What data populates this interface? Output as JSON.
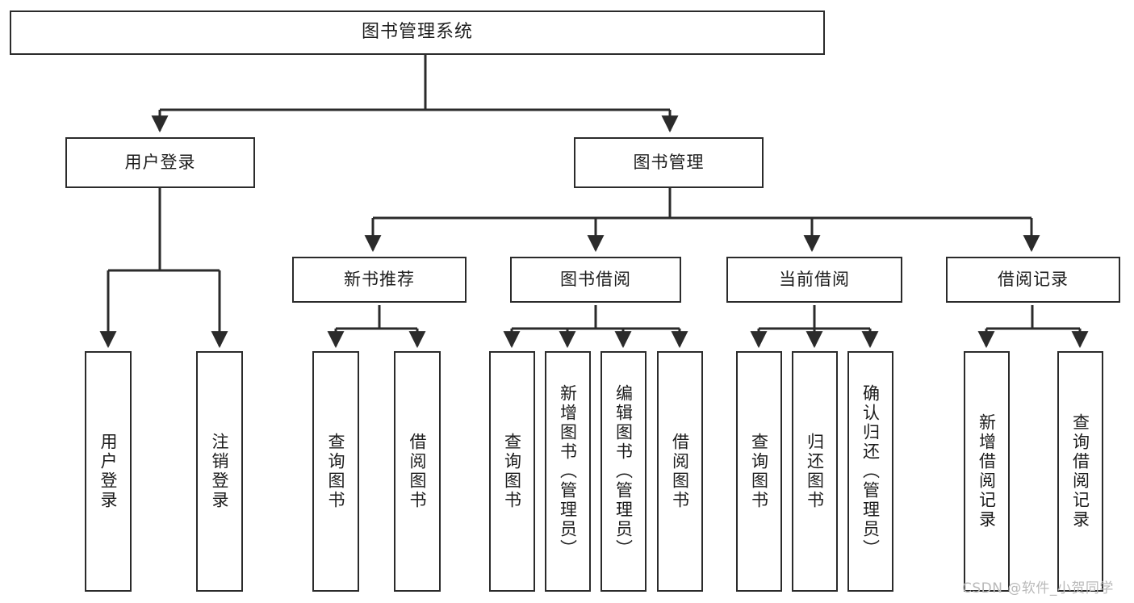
{
  "diagram": {
    "title": "图书管理系统",
    "type": "tree-hierarchy-diagram",
    "root": {
      "label": "图书管理系统"
    },
    "level2": [
      {
        "label": "用户登录"
      },
      {
        "label": "图书管理"
      }
    ],
    "level3": [
      {
        "label": "新书推荐"
      },
      {
        "label": "图书借阅"
      },
      {
        "label": "当前借阅"
      },
      {
        "label": "借阅记录"
      }
    ],
    "leaves": {
      "user_login": [
        {
          "label": "用户登录"
        },
        {
          "label": "注销登录"
        }
      ],
      "new_book_recommend": [
        {
          "label": "查询图书"
        },
        {
          "label": "借阅图书"
        }
      ],
      "book_borrow": [
        {
          "label": "查询图书"
        },
        {
          "label": "新增图书（管理员）"
        },
        {
          "label": "编辑图书（管理员）"
        },
        {
          "label": "借阅图书"
        }
      ],
      "current_borrow": [
        {
          "label": "查询图书"
        },
        {
          "label": "归还图书"
        },
        {
          "label": "确认归还（管理员）"
        }
      ],
      "borrow_record": [
        {
          "label": "新增借阅记录"
        },
        {
          "label": "查询借阅记录"
        }
      ]
    }
  },
  "watermark": {
    "text": "CSDN @软件_小贺同学"
  },
  "colors": {
    "stroke": "#2b2b2b",
    "fill": "#ffffff",
    "text": "#1c1c1c",
    "watermark": "#b9b9b9"
  }
}
